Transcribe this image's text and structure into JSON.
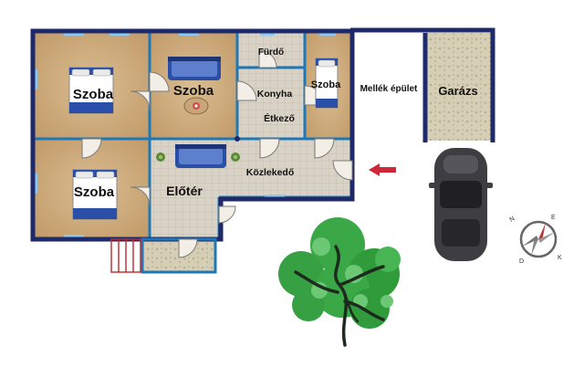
{
  "rooms": {
    "bedroom_top_left": "Szoba",
    "bedroom_top_middle": "Szoba",
    "bathroom": "Fürdő",
    "kitchen": "Konyha",
    "dining": "Étkező",
    "bedroom_small": "Szoba",
    "outbuilding": "Mellék épület",
    "garage": "Garázs",
    "corridor": "Közlekedő",
    "bedroom_bottom_left": "Szoba",
    "entrance_hall": "Előtér"
  },
  "compass": {
    "north": "N",
    "east": "E",
    "south": "D",
    "west": "K"
  },
  "colors": {
    "wall": "#1f2a6b",
    "room_floor": "#c9a97a",
    "tile_floor": "#d8d0c3",
    "garage_floor": "#d4ccb4",
    "inner_wall": "#1e78b8",
    "arrow": "#d0263a",
    "stairs": "#c0272d",
    "car": "#3d3d42",
    "tree": "#2f9b3a"
  }
}
